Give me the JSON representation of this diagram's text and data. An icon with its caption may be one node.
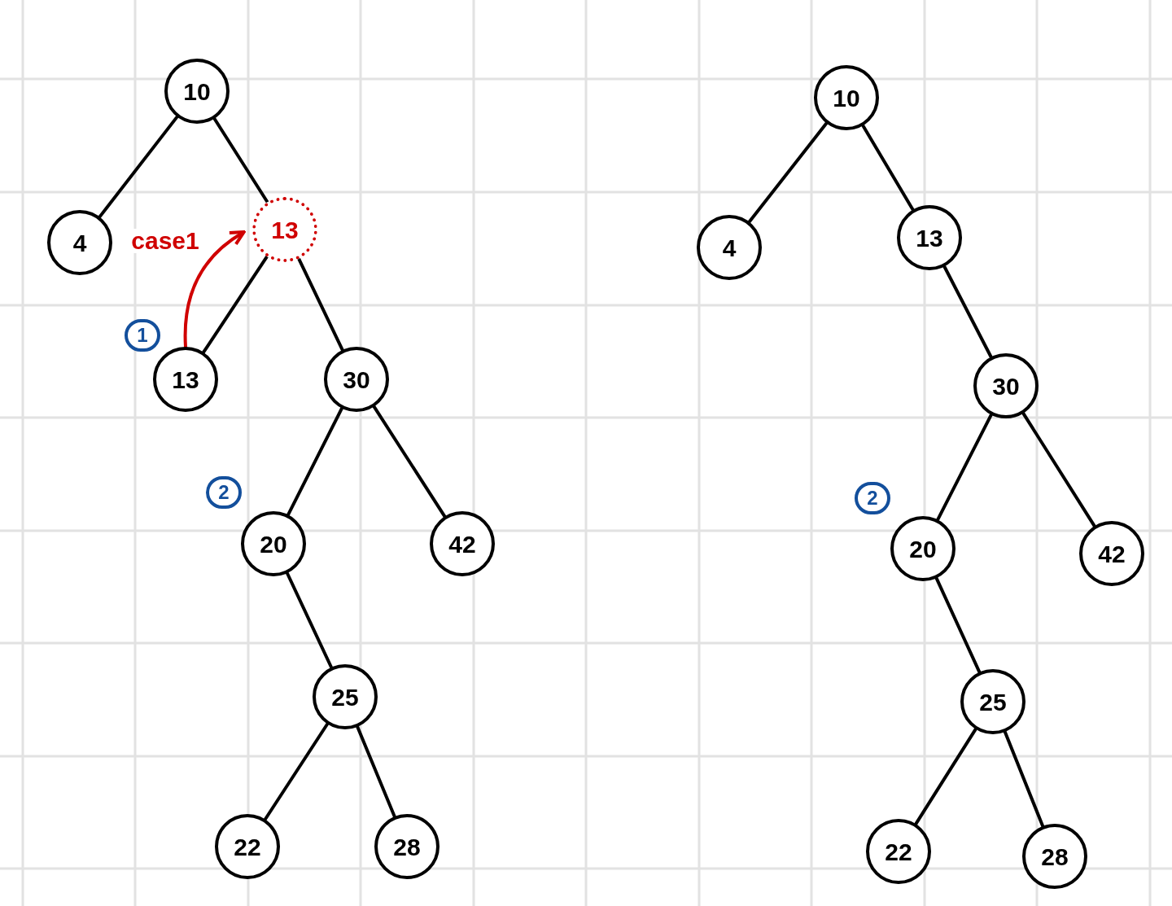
{
  "diagram": {
    "nodes": [
      {
        "text": [
          "10"
        ]
      },
      {
        "text": [
          "4"
        ]
      },
      {
        "text": [
          "13"
        ]
      },
      {
        "text": [
          "13"
        ]
      },
      {
        "text": [
          "30"
        ]
      },
      {
        "text": [
          "20"
        ]
      },
      {
        "text": [
          "42"
        ]
      },
      {
        "text": [
          "25"
        ]
      },
      {
        "text": [
          "22"
        ]
      },
      {
        "text": [
          "28"
        ]
      },
      {
        "text": [
          "10"
        ]
      },
      {
        "text": [
          "4"
        ]
      },
      {
        "text": [
          "13"
        ]
      },
      {
        "text": [
          "30"
        ]
      },
      {
        "text": [
          "20"
        ]
      },
      {
        "text": [
          "42"
        ]
      },
      {
        "text": [
          "25"
        ]
      },
      {
        "text": [
          "22"
        ]
      },
      {
        "text": [
          "28"
        ]
      }
    ],
    "edges": [
      {
        "from": 0,
        "to": 1,
        "arrow": "none"
      },
      {
        "from": 0,
        "to": 2,
        "arrow": "none"
      },
      {
        "from": 2,
        "to": 3,
        "arrow": "none"
      },
      {
        "from": 2,
        "to": 4,
        "arrow": "none"
      },
      {
        "from": 4,
        "to": 5,
        "arrow": "none"
      },
      {
        "from": 4,
        "to": 6,
        "arrow": "none"
      },
      {
        "from": 5,
        "to": 7,
        "arrow": "none"
      },
      {
        "from": 7,
        "to": 8,
        "arrow": "none"
      },
      {
        "from": 7,
        "to": 9,
        "arrow": "none"
      },
      {
        "from": 3,
        "to": 2,
        "arrow": "to",
        "label": "case1",
        "color": "#d00000"
      },
      {
        "from": 10,
        "to": 11,
        "arrow": "none"
      },
      {
        "from": 10,
        "to": 12,
        "arrow": "none"
      },
      {
        "from": 12,
        "to": 13,
        "arrow": "none"
      },
      {
        "from": 13,
        "to": 14,
        "arrow": "none"
      },
      {
        "from": 13,
        "to": 15,
        "arrow": "none"
      },
      {
        "from": 14,
        "to": 16,
        "arrow": "none"
      },
      {
        "from": 16,
        "to": 17,
        "arrow": "none"
      },
      {
        "from": 16,
        "to": 18,
        "arrow": "none"
      }
    ],
    "labels": [
      "1",
      "2",
      "2"
    ]
  }
}
